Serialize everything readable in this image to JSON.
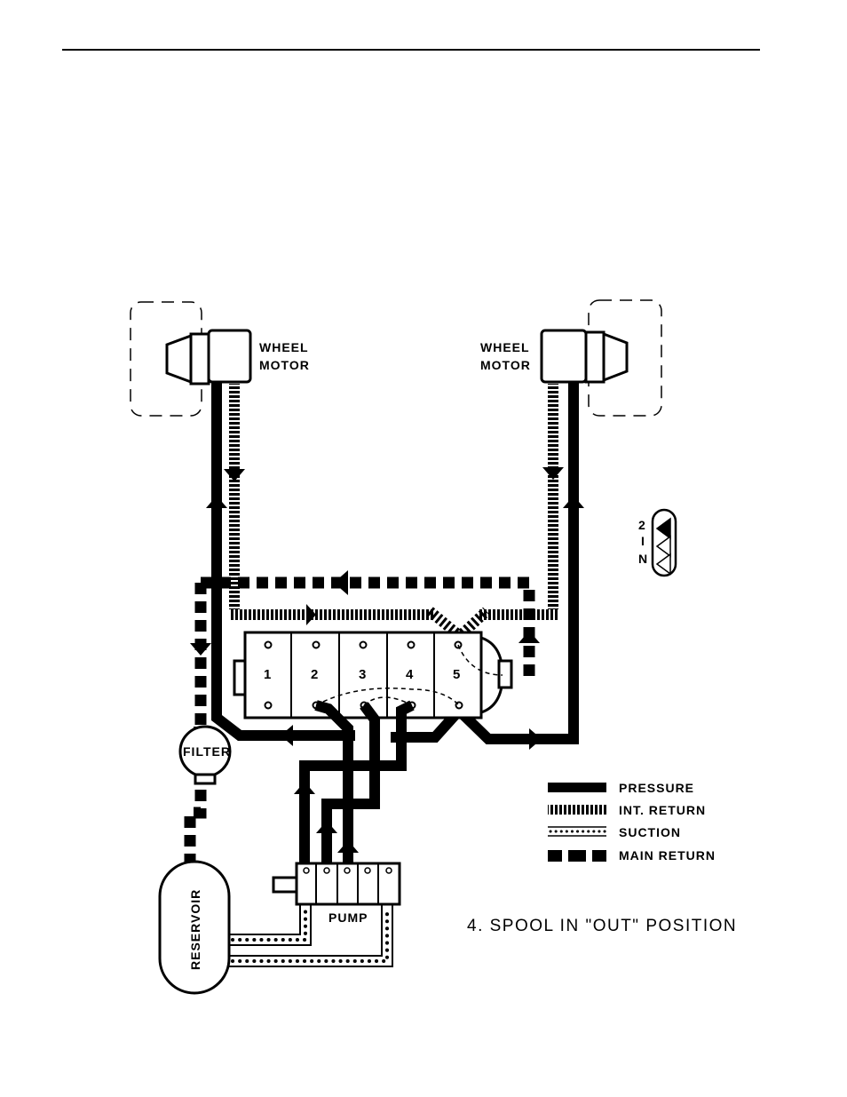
{
  "wheel_motor_left": {
    "line1": "WHEEL",
    "line2": "MOTOR"
  },
  "wheel_motor_right": {
    "line1": "WHEEL",
    "line2": "MOTOR"
  },
  "valve_sections": [
    "1",
    "2",
    "3",
    "4",
    "5"
  ],
  "filter_label": "FILTER",
  "reservoir_label": "RESERVOIR",
  "pump_label": "PUMP",
  "gear_indicator": [
    "2",
    "I",
    "N"
  ],
  "legend": [
    {
      "key": "pressure",
      "label": "PRESSURE"
    },
    {
      "key": "int_return",
      "label": "INT. RETURN"
    },
    {
      "key": "suction",
      "label": "SUCTION"
    },
    {
      "key": "main_return",
      "label": "MAIN RETURN"
    }
  ],
  "caption": "4. SPOOL IN \"OUT\" POSITION",
  "colors": {
    "ink": "#000000",
    "paper": "#ffffff"
  }
}
